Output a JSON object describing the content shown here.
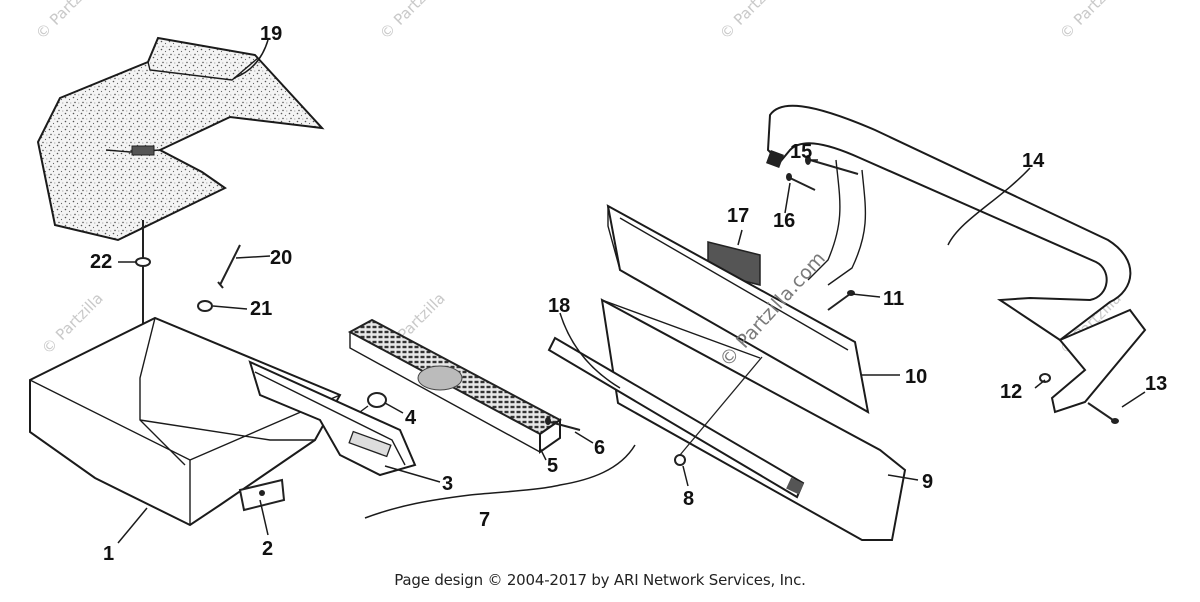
{
  "watermark": {
    "brand": "Partzilla",
    "mark": "©",
    "center": "© Partzilla.com"
  },
  "callouts": {
    "c1": "1",
    "c2": "2",
    "c3": "3",
    "c4": "4",
    "c5": "5",
    "c6": "6",
    "c7": "7",
    "c8": "8",
    "c9": "9",
    "c10": "10",
    "c11": "11",
    "c12": "12",
    "c13": "13",
    "c14": "14",
    "c15": "15",
    "c16": "16",
    "c17": "17",
    "c18": "18",
    "c19": "19",
    "c20": "20",
    "c21": "21",
    "c22": "22"
  },
  "footer": {
    "text": "Page design © 2004-2017 by ARI Network Services, Inc."
  }
}
